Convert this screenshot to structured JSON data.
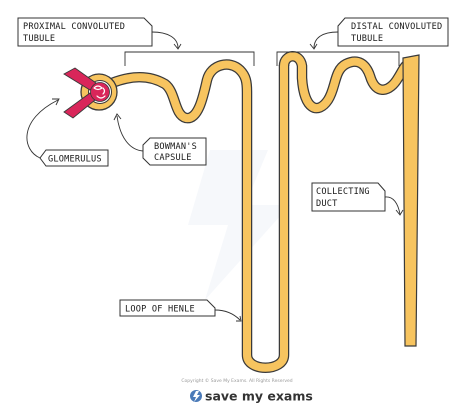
{
  "labels": {
    "proximal_line1": "PROXIMAL CONVOLUTED",
    "proximal_line2": "TUBULE",
    "distal_line1": "DISTAL CONVOLUTED",
    "distal_line2": "TUBULE",
    "bowmans_line1": "BOWMAN'S",
    "bowmans_line2": "CAPSULE",
    "glomerulus": "GLOMERULUS",
    "collecting_line1": "COLLECTING",
    "collecting_line2": "DUCT",
    "loop_of_henle": "LOOP OF HENLE"
  },
  "footer": {
    "copyright": "Copyright © Save My Exams. All Rights Reserved",
    "brand": "save my exams"
  },
  "colors": {
    "tubule": "#f7c45f",
    "tubule_outline": "#3a3a3a",
    "glomerulus": "#d9265a",
    "label_box": "#ffffff",
    "label_stroke": "#333333"
  },
  "icons": [
    "bolt-icon",
    "brand-bolt-icon"
  ]
}
